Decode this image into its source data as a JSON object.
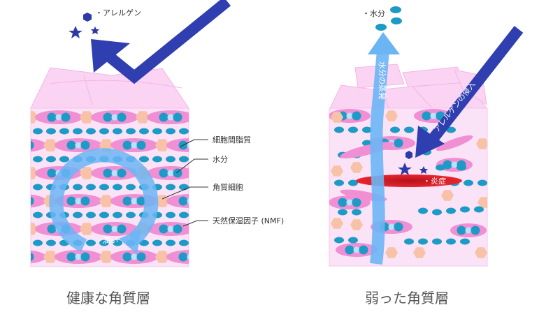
{
  "colors": {
    "skin_fill": "#fbe3f7",
    "skin_top": "#fbd2f2",
    "cell_pink": "#f08fd4",
    "hexagon": "#f7c2a8",
    "water_dot": "#1d9ac6",
    "water_light": "#b8e2ff",
    "arrow_blue": "#6bb5f5",
    "allergen_arrow": "#2f3fb0",
    "inflammation": "#e01f2b",
    "star": "#2d3aa8"
  },
  "left": {
    "allergen_label": "・アレルゲン",
    "moisture_label": "潤い",
    "caption": "健康な角質層",
    "legend": {
      "intercellular_lipid": "細胞間脂質",
      "water": "水分",
      "keratinocyte": "角質細胞",
      "nmf": "天然保湿因子 (NMF)"
    }
  },
  "right": {
    "water_label": "・水分",
    "evaporation_label": "水分の蒸発",
    "allergen_invasion_label": "アレルゲンの侵入",
    "inflammation_label": "・炎症",
    "caption": "弱った角質層"
  }
}
